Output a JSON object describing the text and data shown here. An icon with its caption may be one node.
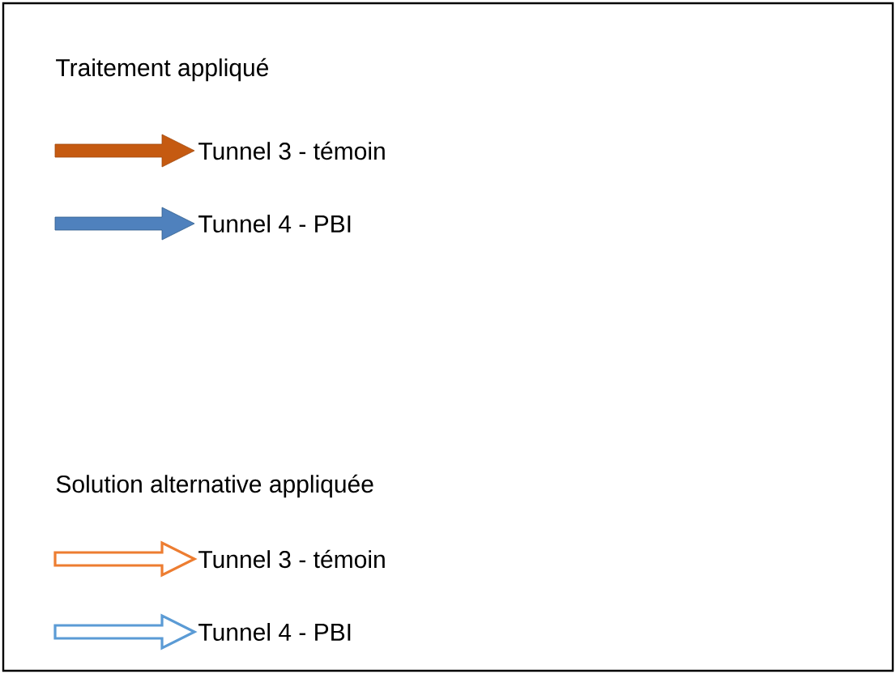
{
  "diagram": {
    "labels": [
      "Traitement appliqué",
      "Solution alternative appliquée"
    ],
    "legend": [
      {
        "text": "Tunnel 3 - témoin"
      },
      {
        "text": "Tunnel 4 - PBI"
      },
      {
        "text": "Tunnel 3 - témoin"
      },
      {
        "text": "Tunnel 4 - PBI"
      }
    ]
  }
}
